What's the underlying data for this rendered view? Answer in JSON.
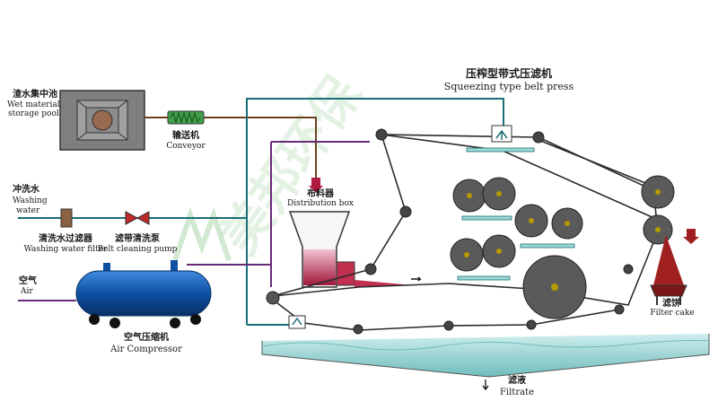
{
  "title": {
    "zh": "压榨型带式压滤机",
    "en": "Squeezing type belt press"
  },
  "labels": {
    "storage_pool": {
      "zh": "渣水集中池",
      "en1": "Wet material",
      "en2": "storage pool"
    },
    "conveyor": {
      "zh": "输送机",
      "en": "Conveyor"
    },
    "washing_water": {
      "zh": "冲洗水",
      "en1": "Washing",
      "en2": "water"
    },
    "filter": {
      "zh": "清洗水过滤器",
      "en": "Washing water filter"
    },
    "pump": {
      "zh": "滤带清洗泵",
      "en": "Belt cleaning pump"
    },
    "air": {
      "zh": "空气",
      "en": "Air"
    },
    "compressor": {
      "zh": "空气压缩机",
      "en": "Air Compressor"
    },
    "distribution_box": {
      "zh": "布料器",
      "en": "Distribution box"
    },
    "filter_cake": {
      "zh": "滤饼",
      "en": "Filter cake"
    },
    "filtrate": {
      "zh": "滤液",
      "en": "Filtrate"
    }
  },
  "watermark": "美邦环保",
  "colors": {
    "line": "#333333",
    "pipe_purple": "#6a2a7a",
    "pipe_teal": "#1a6e78",
    "tank_blue": "#0d4fa0",
    "roller_dark": "#555555",
    "roller_core": "#b59a00",
    "sludge": "#b01a40",
    "water": "#8fd0cf",
    "cake": "#a02020"
  },
  "icons": [
    "spray-icon",
    "down-arrow-icon",
    "valve-icon",
    "right-arrow-icon"
  ]
}
